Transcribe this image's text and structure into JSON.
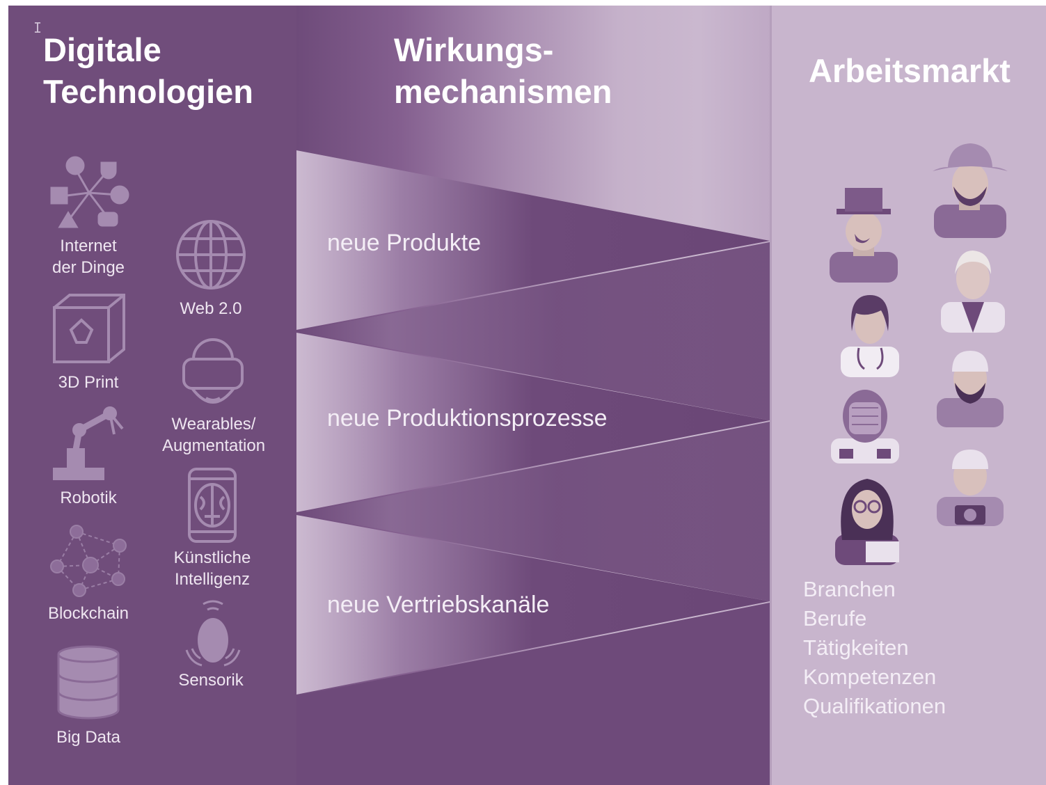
{
  "columns": {
    "technologies": {
      "title_line1": "Digitale",
      "title_line2": "Technologien",
      "items": [
        {
          "label_line1": "Internet",
          "label_line2": "der Dinge",
          "icon": "iot-network-icon"
        },
        {
          "label_line1": "Web 2.0",
          "label_line2": "",
          "icon": "globe-icon"
        },
        {
          "label_line1": "3D Print",
          "label_line2": "",
          "icon": "3d-print-cube-icon"
        },
        {
          "label_line1": "Wearables/",
          "label_line2": "Augmentation",
          "icon": "vr-headset-icon"
        },
        {
          "label_line1": "Robotik",
          "label_line2": "",
          "icon": "robot-arm-icon"
        },
        {
          "label_line1": "Künstliche",
          "label_line2": "Intelligenz",
          "icon": "ai-brain-phone-icon"
        },
        {
          "label_line1": "Blockchain",
          "label_line2": "",
          "icon": "blockchain-network-icon"
        },
        {
          "label_line1": "Sensorik",
          "label_line2": "",
          "icon": "sensor-icon"
        },
        {
          "label_line1": "Big Data",
          "label_line2": "",
          "icon": "database-icon"
        }
      ]
    },
    "mechanisms": {
      "title_line1": "Wirkungs-",
      "title_line2": "mechanismen",
      "items": [
        "neue Produkte",
        "neue Produktionsprozesse",
        "neue Vertriebskanäle"
      ]
    },
    "labor_market": {
      "title": "Arbeitsmarkt",
      "people_icons": [
        "farmer-icon",
        "chimney-sweep-icon",
        "elderly-man-icon",
        "doctor-icon",
        "worker-icon",
        "welder-icon",
        "photographer-icon",
        "office-woman-icon"
      ],
      "categories": [
        "Branchen",
        "Berufe",
        "Tätigkeiten",
        "Kompetenzen",
        "Qualifikationen"
      ]
    }
  },
  "colors": {
    "left_panel": "#704d7b",
    "funnel": "#6e4a7a",
    "right_panel": "#c8b5cd",
    "icon_tint": "#a58bb0",
    "text": "#ffffff"
  }
}
